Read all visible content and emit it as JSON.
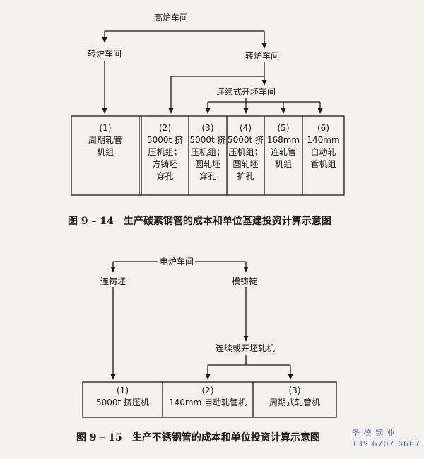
{
  "diagram1": {
    "top": "高炉车间",
    "left_branch": "转炉车间",
    "right_branch": "转炉车间",
    "sub_branch": "连续式开坯车间",
    "cells": [
      "(1)\n周期轧管\n机组",
      "(2)\n5000t 挤\n压机组；\n方铸坯\n穿孔",
      "(3)\n5000t 挤\n压机组；\n圆轧坯\n穿孔",
      "(4)\n5000t 挤\n压机组；\n圆轧坯\n扩孔",
      "(5)\n168mm\n连轧管\n机组",
      "(6)\n140mm\n自动轧\n管机组"
    ],
    "caption": "图 9 – 14　生产碳素钢管的成本和单位基建投资计算示意图"
  },
  "diagram2": {
    "top": "电炉车间",
    "left_branch": "连铸坯",
    "right_branch": "模铸锭",
    "sub_branch": "连续或开坯轧机",
    "cells": [
      "(1)\n5000t 挤压机",
      "(2)\n140mm 自动轧管机",
      "(3)\n周期式轧管机"
    ],
    "caption": "图 9 – 15　生产不锈钢管的成本和单位投资计算示意图"
  },
  "watermark": {
    "line1": "圣 德 钢 业",
    "line2": "139 6707 6667"
  }
}
